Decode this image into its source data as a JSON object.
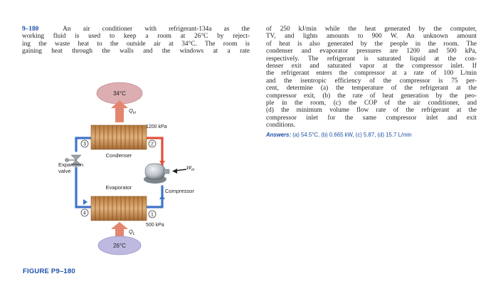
{
  "problem": {
    "number": "9–180",
    "left_lines": [
      "An air conditioner with refrigerant-134a as the",
      "working fluid is used to keep a room at 26°C by reject-",
      "ing the waste heat to the outside air at 34°C. The room is",
      "gaining heat through the walls and the windows at a rate"
    ],
    "right_lines": [
      "of 250 kJ/min while the heat generated by the computer,",
      "TV, and lights amounts to 900 W. An unknown amount",
      "of heat is also generated by the people in the room. The",
      "condenser and evaporator pressures are 1200 and 500 kPa,",
      "respectively. The refrigerant is saturated liquid at the con-",
      "denser exit and saturated vapor at the compressor inlet. If",
      "the refrigerant enters the compressor at a rate of 100 L/min",
      "and the isentropic efficiency of the compressor is 75 per-",
      "cent, determine (a) the temperature of the refrigerant at the",
      "compressor exit, (b) the rate of heat generation by the peo-",
      "ple in the room, (c) the COP of the air conditioner, and",
      "(d) the minimum volume flow rate of the refrigerant at the",
      "compressor inlet for the same compressor inlet and exit",
      "conditions."
    ],
    "answers_label": "Answers:",
    "answers_text": "(a) 54.5°C, (b) 0.665 kW, (c) 5.87, (d) 15.7 L/min"
  },
  "figure": {
    "caption": "FIGURE P9–180",
    "outside_temp": "34°C",
    "room_temp": "26°C",
    "q_h": "Q",
    "q_h_sub": "H",
    "q_l": "Q",
    "q_l_sub": "L",
    "w_in": "W",
    "w_in_sub": "in",
    "high_pressure": "1200 kPa",
    "low_pressure": "500 kPa",
    "condenser": "Condenser",
    "evaporator": "Evaporator",
    "compressor": "Compressor",
    "expansion_valve": "Expansion valve",
    "expansion_line1": "Expansion",
    "expansion_line2": "valve",
    "state_1": "1",
    "state_2": "2",
    "state_3": "3",
    "state_4": "4",
    "colors": {
      "hot_pipe": "#e0503a",
      "cold_pipe": "#3f74c9",
      "coil": "#c98a4a",
      "outside_cloud": "#d9a3a6",
      "room_cloud": "#b9b6dd",
      "heat_arrow": "#e07a66",
      "accent": "#1d4fa8"
    }
  }
}
